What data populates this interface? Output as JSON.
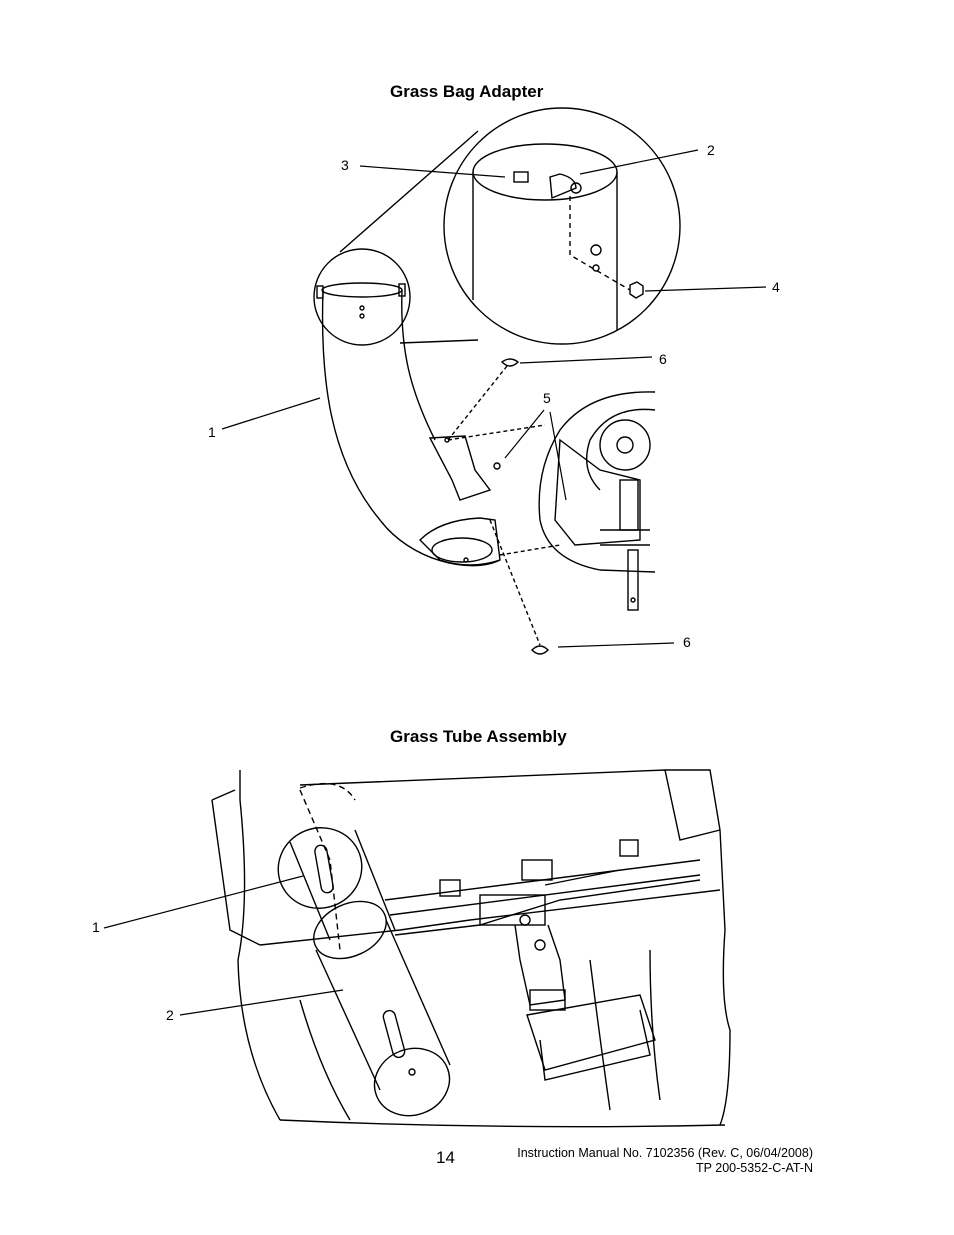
{
  "figure1": {
    "title": "Grass Bag Adapter",
    "callouts": [
      "3",
      "2",
      "4",
      "6",
      "5",
      "1",
      "6"
    ]
  },
  "figure2": {
    "title": "Grass Tube Assembly",
    "callouts": [
      "1",
      "2"
    ]
  },
  "footer": {
    "page_number": "14",
    "manual": "Instruction Manual No. 7102356  (Rev. C, 06/04/2008)",
    "tp_number": "TP 200-5352-C-AT-N"
  }
}
